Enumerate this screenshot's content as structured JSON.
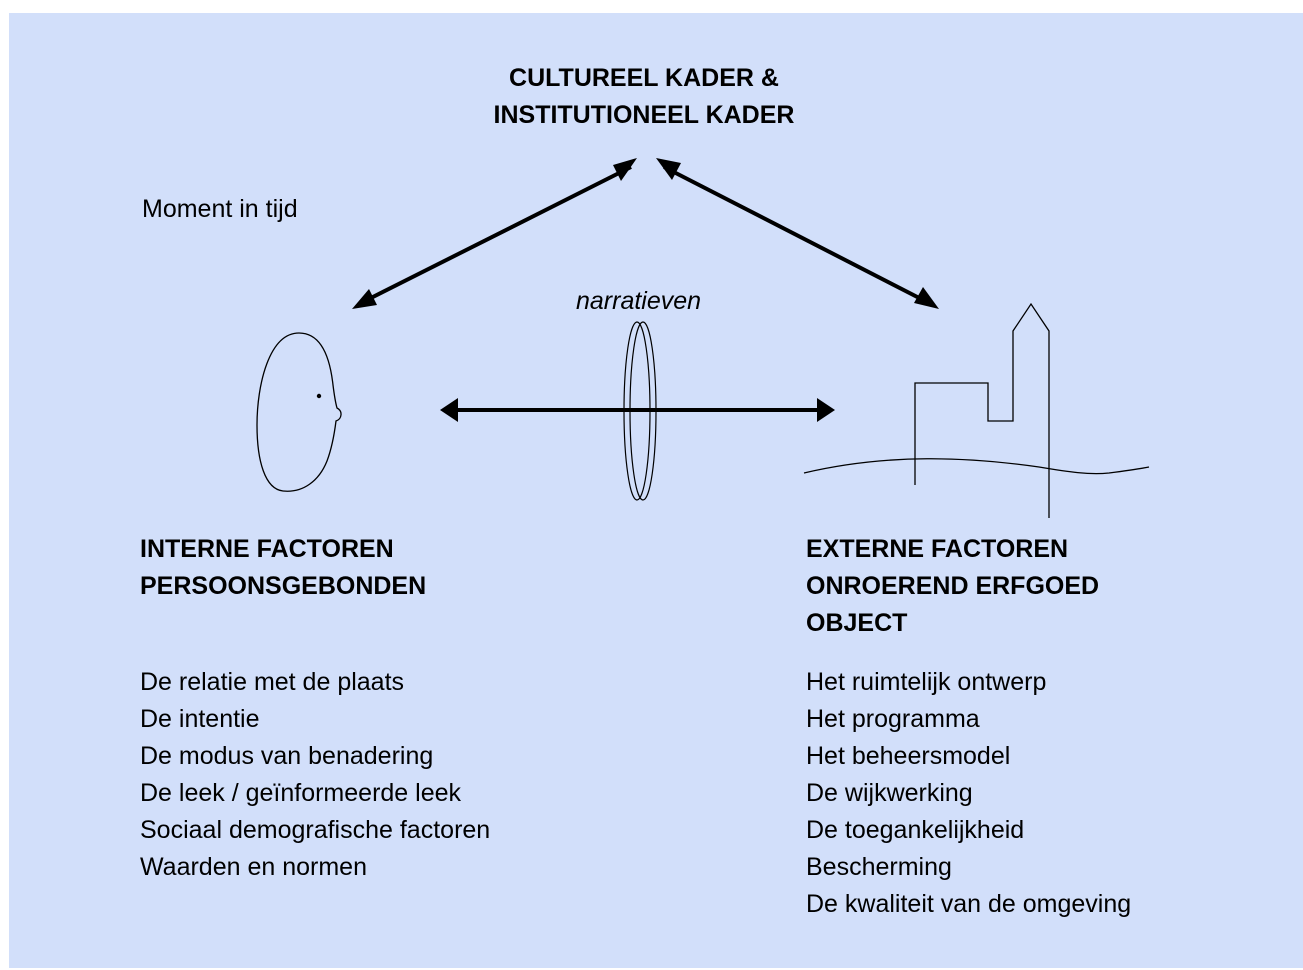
{
  "colors": {
    "background": "#d2dffa",
    "ink": "#000000"
  },
  "top_title": {
    "line1": "CULTUREEL KADER &",
    "line2": "INSTITUTIONEEL KADER"
  },
  "moment_label": "Moment in tijd",
  "narratives_label": "narratieven",
  "left_heading": {
    "line1": "INTERNE FACTOREN",
    "line2": "PERSOONSGEBONDEN"
  },
  "right_heading": {
    "line1": "EXTERNE FACTOREN",
    "line2": "ONROEREND ERFGOED",
    "line3": "OBJECT"
  },
  "left_list": [
    "De relatie met de plaats",
    "De intentie",
    "De modus van benadering",
    "De leek / geïnformeerde leek",
    "Sociaal demografische factoren",
    "Waarden en normen"
  ],
  "right_list": [
    "Het ruimtelijk ontwerp",
    "Het programma",
    "Het beheersmodel",
    "De wijkwerking",
    "De toegankelijkheid",
    "Bescherming",
    "De kwaliteit van de omgeving"
  ],
  "icons": {
    "person": "person-head-icon",
    "lens": "lens-icon",
    "heritage": "heritage-building-icon"
  }
}
